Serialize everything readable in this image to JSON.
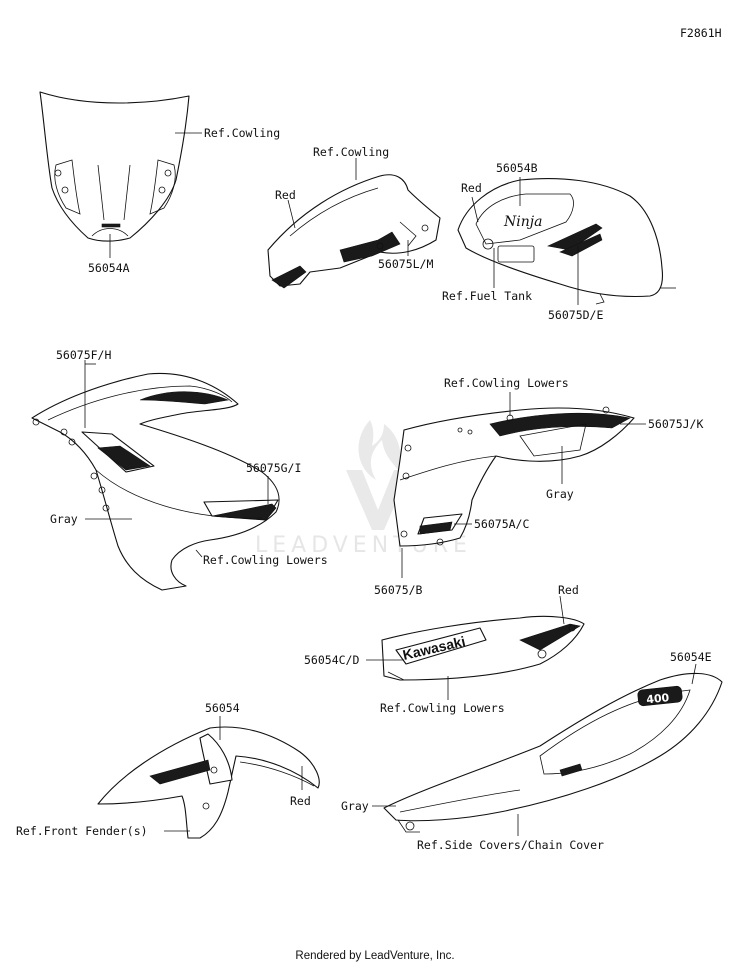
{
  "figure_code": "F2861H",
  "labels": {
    "ref_cowling_1": "Ref.Cowling",
    "p56054A": "56054A",
    "ref_cowling_2": "Ref.Cowling",
    "red_1": "Red",
    "p56075LM": "56075L/M",
    "p56054B": "56054B",
    "red_2": "Red",
    "ref_fuel_tank": "Ref.Fuel Tank",
    "p56075DE": "56075D/E",
    "p56075FH": "56075F/H",
    "p56075GI": "56075G/I",
    "gray_1": "Gray",
    "ref_cowling_lowers_1": "Ref.Cowling Lowers",
    "ref_cowling_lowers_2": "Ref.Cowling Lowers",
    "p56075JK": "56075J/K",
    "gray_2": "Gray",
    "p56075AC": "56075A/C",
    "p56075B": "56075/B",
    "red_3": "Red",
    "p56054CD": "56054C/D",
    "ref_cowling_lowers_3": "Ref.Cowling Lowers",
    "p56054E": "56054E",
    "p56054": "56054",
    "red_4": "Red",
    "ref_front_fender": "Ref.Front Fender(s)",
    "gray_3": "Gray",
    "ref_side_covers": "Ref.Side Covers/Chain Cover"
  },
  "decal_text": {
    "kawasaki": "Kawasaki"
  },
  "watermark": "LEADVENTURE",
  "footer": "Rendered by LeadVenture, Inc."
}
